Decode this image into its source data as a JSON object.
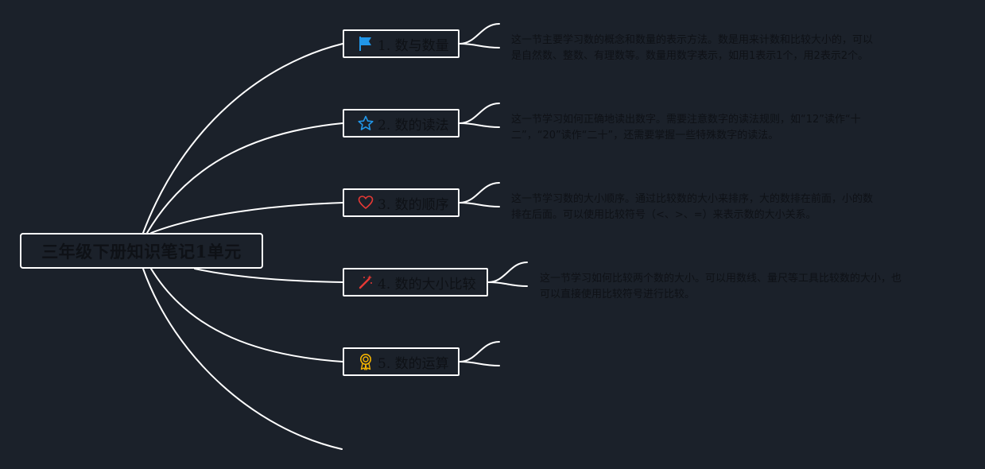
{
  "root": {
    "title": "三年级下册知识笔记1单元"
  },
  "topics": [
    {
      "label": "1. 数与数量",
      "icon": "flag-icon",
      "icon_color": "#2196e8",
      "note_lines": [
        "这一节主要学习数的概念和数量的表示方法。数是用来计数和比较大小的，可以",
        "是自然数、整数、有理数等。数量用数字表示，如用1表示1个，用2表示2个。"
      ]
    },
    {
      "label": "2. 数的读法",
      "icon": "star-icon",
      "icon_color": "#2196e8",
      "note_lines": [
        "这一节学习如何正确地读出数字。需要注意数字的读法规则，如“12”读作“十",
        "二”，“20”读作“二十”，还需要掌握一些特殊数字的读法。"
      ]
    },
    {
      "label": "3. 数的顺序",
      "icon": "heart-icon",
      "icon_color": "#e53935",
      "note_lines": [
        "这一节学习数的大小顺序。通过比较数的大小来排序，大的数排在前面，小的数",
        "排在后面。可以使用比较符号（<、>、=）来表示数的大小关系。"
      ]
    },
    {
      "label": "4. 数的大小比较",
      "icon": "magic-wand-icon",
      "icon_color": "#e53935",
      "note_lines": [
        "这一节学习如何比较两个数的大小。可以用数线、量尺等工具比较数的大小，也",
        "可以直接使用比较符号进行比较。"
      ]
    },
    {
      "label": "5. 数的运算",
      "icon": "award-ribbon-icon",
      "icon_color": "#f5b400",
      "note_lines": []
    }
  ],
  "colors": {
    "background": "#1b212a",
    "line": "#ffffff",
    "text": "#0e1116"
  }
}
